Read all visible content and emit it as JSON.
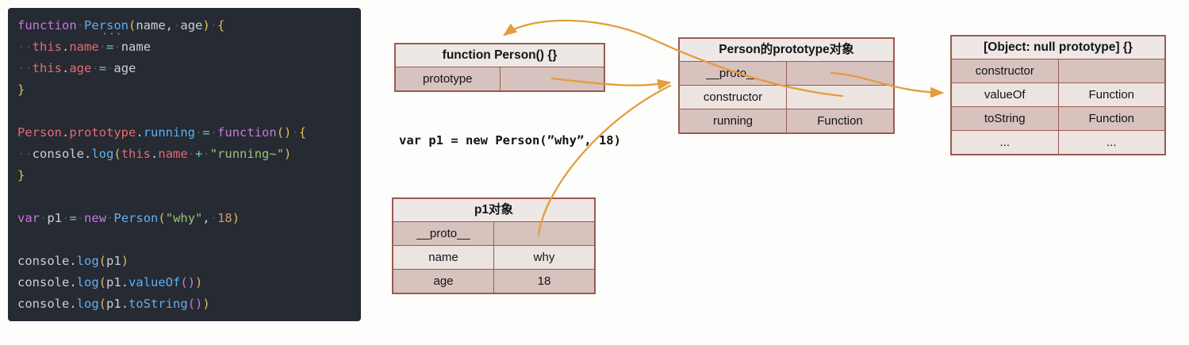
{
  "code_panel": {
    "hint_dots": "···",
    "lines": [
      [
        {
          "t": "function",
          "c": "kw"
        },
        {
          "t": "·",
          "c": "ws"
        },
        {
          "t": "Person",
          "c": "fn"
        },
        {
          "t": "(",
          "c": "br1"
        },
        {
          "t": "name",
          "c": "plain"
        },
        {
          "t": ",",
          "c": "plain"
        },
        {
          "t": "·",
          "c": "ws"
        },
        {
          "t": "age",
          "c": "plain"
        },
        {
          "t": ")",
          "c": "br1"
        },
        {
          "t": "·",
          "c": "ws"
        },
        {
          "t": "{",
          "c": "br1"
        }
      ],
      [
        {
          "t": "··",
          "c": "ws"
        },
        {
          "t": "this",
          "c": "red"
        },
        {
          "t": ".",
          "c": "plain"
        },
        {
          "t": "name",
          "c": "red"
        },
        {
          "t": "·",
          "c": "ws"
        },
        {
          "t": "=",
          "c": "op"
        },
        {
          "t": "·",
          "c": "ws"
        },
        {
          "t": "name",
          "c": "plain"
        }
      ],
      [
        {
          "t": "··",
          "c": "ws"
        },
        {
          "t": "this",
          "c": "red"
        },
        {
          "t": ".",
          "c": "plain"
        },
        {
          "t": "age",
          "c": "red"
        },
        {
          "t": "·",
          "c": "ws"
        },
        {
          "t": "=",
          "c": "op"
        },
        {
          "t": "·",
          "c": "ws"
        },
        {
          "t": "age",
          "c": "plain"
        }
      ],
      [
        {
          "t": "}",
          "c": "br1"
        }
      ],
      [],
      [
        {
          "t": "Person",
          "c": "red"
        },
        {
          "t": ".",
          "c": "plain"
        },
        {
          "t": "prototype",
          "c": "red"
        },
        {
          "t": ".",
          "c": "plain"
        },
        {
          "t": "running",
          "c": "fn"
        },
        {
          "t": "·",
          "c": "ws"
        },
        {
          "t": "=",
          "c": "op"
        },
        {
          "t": "·",
          "c": "ws"
        },
        {
          "t": "function",
          "c": "kw"
        },
        {
          "t": "()",
          "c": "br1"
        },
        {
          "t": "·",
          "c": "ws"
        },
        {
          "t": "{",
          "c": "br1"
        }
      ],
      [
        {
          "t": "··",
          "c": "ws"
        },
        {
          "t": "console",
          "c": "plain"
        },
        {
          "t": ".",
          "c": "plain"
        },
        {
          "t": "log",
          "c": "fn"
        },
        {
          "t": "(",
          "c": "br1"
        },
        {
          "t": "this",
          "c": "red"
        },
        {
          "t": ".",
          "c": "plain"
        },
        {
          "t": "name",
          "c": "red"
        },
        {
          "t": "·",
          "c": "ws"
        },
        {
          "t": "+",
          "c": "op"
        },
        {
          "t": "·",
          "c": "ws"
        },
        {
          "t": "\"running~\"",
          "c": "str"
        },
        {
          "t": ")",
          "c": "br1"
        }
      ],
      [
        {
          "t": "}",
          "c": "br1"
        }
      ],
      [],
      [
        {
          "t": "var",
          "c": "kw"
        },
        {
          "t": "·",
          "c": "ws"
        },
        {
          "t": "p1",
          "c": "plain"
        },
        {
          "t": "·",
          "c": "ws"
        },
        {
          "t": "=",
          "c": "op"
        },
        {
          "t": "·",
          "c": "ws"
        },
        {
          "t": "new",
          "c": "kw"
        },
        {
          "t": "·",
          "c": "ws"
        },
        {
          "t": "Person",
          "c": "fn"
        },
        {
          "t": "(",
          "c": "br1"
        },
        {
          "t": "\"why\"",
          "c": "str"
        },
        {
          "t": ",",
          "c": "plain"
        },
        {
          "t": "·",
          "c": "ws"
        },
        {
          "t": "18",
          "c": "num"
        },
        {
          "t": ")",
          "c": "br1"
        }
      ],
      [],
      [
        {
          "t": "console",
          "c": "plain"
        },
        {
          "t": ".",
          "c": "plain"
        },
        {
          "t": "log",
          "c": "fn"
        },
        {
          "t": "(",
          "c": "br1"
        },
        {
          "t": "p1",
          "c": "plain"
        },
        {
          "t": ")",
          "c": "br1"
        }
      ],
      [
        {
          "t": "console",
          "c": "plain"
        },
        {
          "t": ".",
          "c": "plain"
        },
        {
          "t": "log",
          "c": "fn"
        },
        {
          "t": "(",
          "c": "br1"
        },
        {
          "t": "p1",
          "c": "plain"
        },
        {
          "t": ".",
          "c": "plain"
        },
        {
          "t": "valueOf",
          "c": "fn"
        },
        {
          "t": "()",
          "c": "br2"
        },
        {
          "t": ")",
          "c": "br1"
        }
      ],
      [
        {
          "t": "console",
          "c": "plain"
        },
        {
          "t": ".",
          "c": "plain"
        },
        {
          "t": "log",
          "c": "fn"
        },
        {
          "t": "(",
          "c": "br1"
        },
        {
          "t": "p1",
          "c": "plain"
        },
        {
          "t": ".",
          "c": "plain"
        },
        {
          "t": "toString",
          "c": "fn"
        },
        {
          "t": "()",
          "c": "br2"
        },
        {
          "t": ")",
          "c": "br1"
        }
      ]
    ]
  },
  "diagram": {
    "annotation": "var p1 = new Person(”why”, 18)",
    "tables": [
      {
        "name": "function-person",
        "title": "function Person() {}",
        "rows": [
          {
            "key": "prototype",
            "value": ""
          }
        ]
      },
      {
        "name": "person-prototype-object",
        "title": "Person的prototype对象",
        "rows": [
          {
            "key": "__proto__",
            "value": ""
          },
          {
            "key": "constructor",
            "value": ""
          },
          {
            "key": "running",
            "value": "Function"
          }
        ]
      },
      {
        "name": "object-null-prototype",
        "title": "[Object: null prototype] {}",
        "rows": [
          {
            "key": "constructor",
            "value": ""
          },
          {
            "key": "valueOf",
            "value": "Function"
          },
          {
            "key": "toString",
            "value": "Function"
          },
          {
            "key": "...",
            "value": "..."
          }
        ]
      },
      {
        "name": "p1-object",
        "title": "p1对象",
        "rows": [
          {
            "key": "__proto__",
            "value": ""
          },
          {
            "key": "name",
            "value": "why"
          },
          {
            "key": "age",
            "value": "18"
          }
        ]
      }
    ],
    "colors": {
      "arrow": "#e39d3c",
      "table_border": "#9a5a52",
      "table_header_bg": "#ede7e5",
      "row_dark": "#d7c2bd",
      "row_light": "#ece4e0",
      "code_background": "#262a32"
    }
  }
}
